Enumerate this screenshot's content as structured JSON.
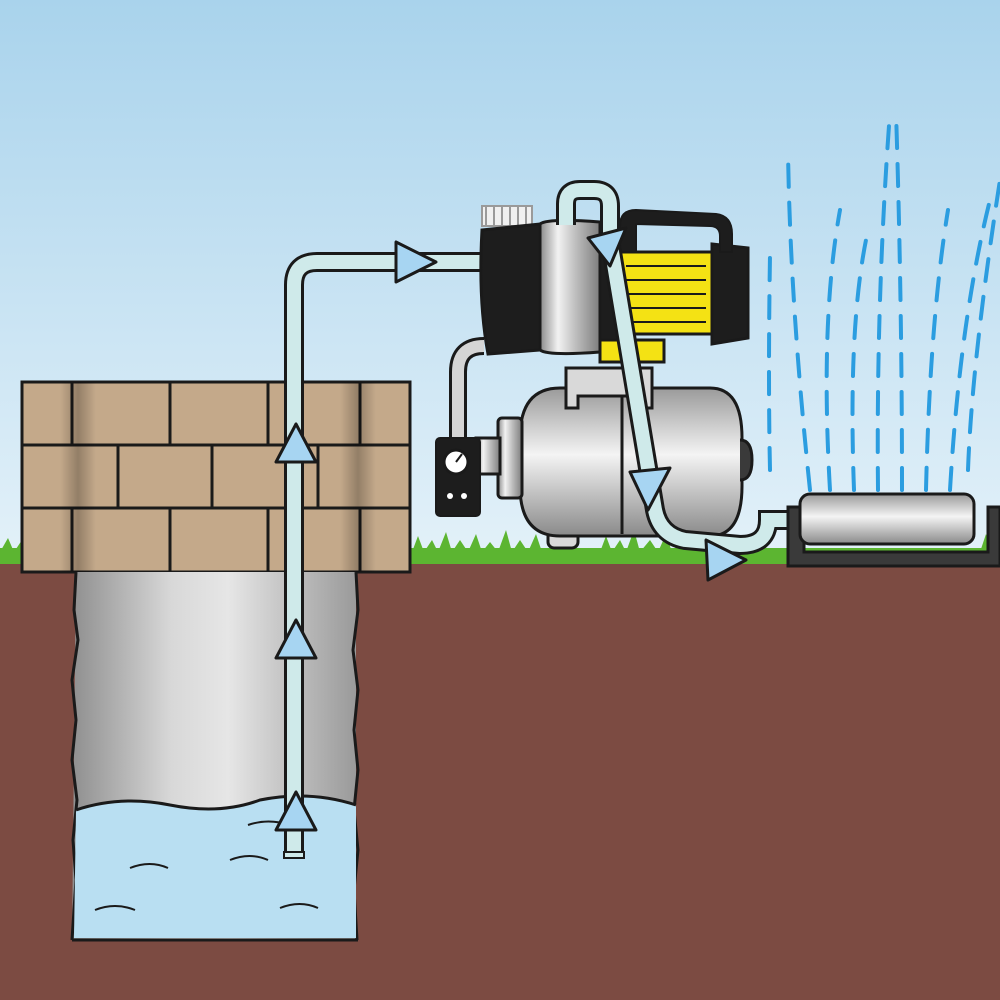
{
  "scene": {
    "colors": {
      "sky_top": "#a9d3ec",
      "sky_bottom": "#e3f1f9",
      "soil": "#7c4b42",
      "grass": "#5cb531",
      "grass_dark": "#3f8f22",
      "brick": "#c4a98a",
      "brick_shadow": "#8e7763",
      "shaft": "#c8c8c8",
      "water": "#b9dff2",
      "pipe": "#cfeaea",
      "arrow": "#a7d5f2",
      "spray": "#2b9de0",
      "pump_body": "#1d1d1d",
      "motor": "#f4e214",
      "steel": "#d2d2d2",
      "outline": "#1a1a1a"
    },
    "components": [
      {
        "name": "well",
        "icon": "well-shaft"
      },
      {
        "name": "suction-pipe",
        "icon": "pipe"
      },
      {
        "name": "garden-pump",
        "icon": "pump"
      },
      {
        "name": "pressure-tank",
        "icon": "tank"
      },
      {
        "name": "pressure-gauge",
        "icon": "gauge"
      },
      {
        "name": "discharge-hose",
        "icon": "hose"
      },
      {
        "name": "sprinkler",
        "icon": "sprinkler"
      }
    ],
    "flow_direction": [
      "well",
      "pump",
      "tank",
      "sprinkler"
    ]
  }
}
